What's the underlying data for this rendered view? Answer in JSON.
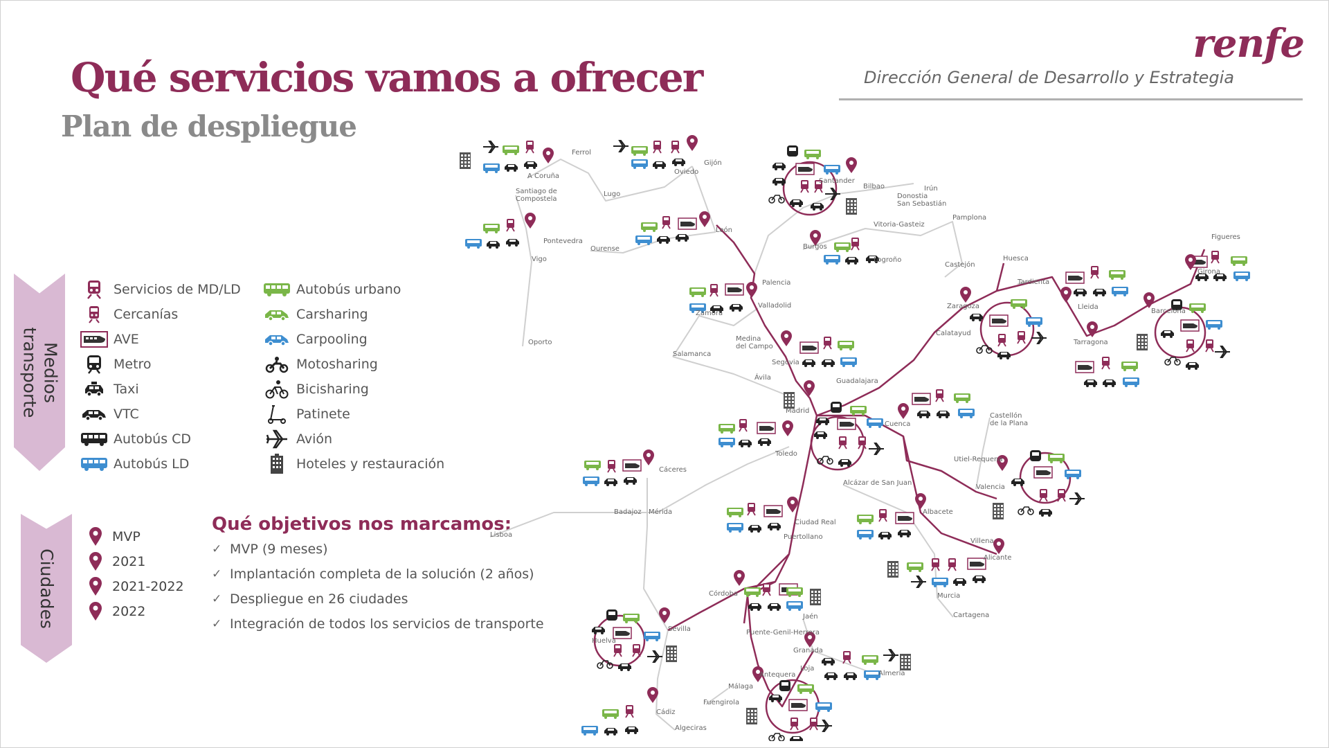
{
  "header": {
    "title": "Qué servicios vamos a ofrecer",
    "subtitle": "Plan de despliegue",
    "logo": "renfe",
    "department": "Dirección General de Desarrollo y Estrategia"
  },
  "colors": {
    "brand": "#8e2c58",
    "chevron": "#d9b9d3",
    "bus_urbano": "#7ab648",
    "bus_ld": "#3e8ed0",
    "route_main": "#8e2c58",
    "route_secondary": "#cfcfcf"
  },
  "transport": {
    "section_label": "Medios\ntransporte",
    "items": [
      {
        "label": "Servicios de MD/LD",
        "icon": "train-md-ld-icon"
      },
      {
        "label": "Cercanías",
        "icon": "commuter-train-icon"
      },
      {
        "label": "AVE",
        "icon": "high-speed-train-icon"
      },
      {
        "label": "Metro",
        "icon": "metro-icon"
      },
      {
        "label": "Taxi",
        "icon": "taxi-icon"
      },
      {
        "label": "VTC",
        "icon": "vtc-car-icon"
      },
      {
        "label": "Autobús CD",
        "icon": "bus-cd-icon"
      },
      {
        "label": "Autobús LD",
        "icon": "bus-ld-icon"
      },
      {
        "label": "Autobús urbano",
        "icon": "bus-urban-icon"
      },
      {
        "label": "Carsharing",
        "icon": "carsharing-icon"
      },
      {
        "label": "Carpooling",
        "icon": "carpooling-icon"
      },
      {
        "label": "Motosharing",
        "icon": "motosharing-icon"
      },
      {
        "label": "Bicisharing",
        "icon": "bicisharing-icon"
      },
      {
        "label": "Patinete",
        "icon": "scooter-icon"
      },
      {
        "label": "Avión",
        "icon": "airplane-icon"
      },
      {
        "label": "Hoteles y restauración",
        "icon": "hotel-icon"
      }
    ]
  },
  "cities": {
    "section_label": "Ciudades",
    "items": [
      {
        "label": "MVP"
      },
      {
        "label": "2021"
      },
      {
        "label": "2021-2022"
      },
      {
        "label": "2022"
      }
    ]
  },
  "objectives": {
    "title": "Qué objetivos nos marcamos:",
    "items": [
      "MVP (9 meses)",
      "Implantación completa de la solución (2 años)",
      "Despliegue en 26 ciudades",
      "Integración de todos los servicios de transporte"
    ]
  },
  "map": {
    "labels": [
      "Ferrol",
      "A Coruña",
      "Gijón",
      "Oviedo",
      "Santander",
      "Bilbao",
      "Irún",
      "Donostia\nSan Sebastián",
      "Santiago de\nCompostela",
      "Lugo",
      "Pontevedra",
      "Vigo",
      "Ourense",
      "León",
      "Vitoria-Gasteiz",
      "Pamplona",
      "Burgos",
      "Logroño",
      "Castejón",
      "Huesca",
      "Tardienta",
      "Figueres",
      "Girona",
      "Palencia",
      "Valladolid",
      "Zamora",
      "Zaragoza",
      "Lleida",
      "Barcelona",
      "Tarragona",
      "Calatayud",
      "Oporto",
      "Salamanca",
      "Medina\ndel Campo",
      "Segovia",
      "Ávila",
      "Guadalajara",
      "Madrid",
      "Cuenca",
      "Castellón\nde la Plana",
      "Toledo",
      "Utiel-Requena",
      "Valencia",
      "Cáceres",
      "Alcázar de San Juan",
      "Badajoz",
      "Mérida",
      "Lisboa",
      "Ciudad Real",
      "Albacete",
      "Puertollano",
      "Villena",
      "Alicante",
      "Córdoba",
      "Murcia",
      "Jaén",
      "Cartagena",
      "Sevilla",
      "Huelva",
      "Puente-Genil-Herrera",
      "Granada",
      "Almería",
      "Antequera",
      "Loja",
      "Málaga",
      "Fuengirola",
      "Cádiz",
      "Algeciras"
    ]
  }
}
